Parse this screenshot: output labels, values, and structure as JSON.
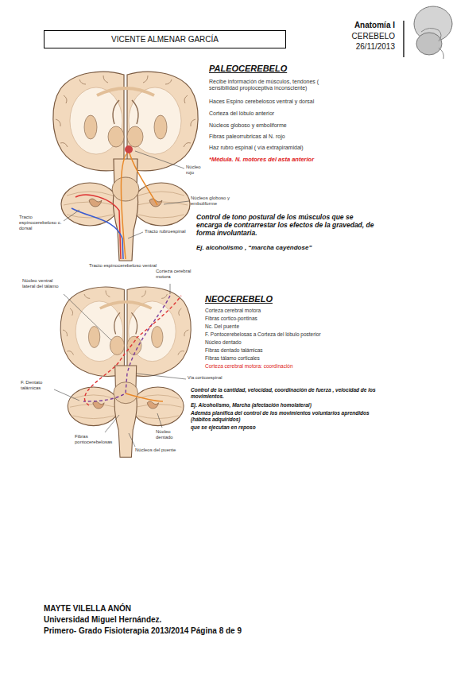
{
  "diagram": {
    "nodes": [
      {
        "text": [
          "VICENTE ALMENAR GARCÍA"
        ]
      }
    ],
    "labels": [
      "Anatomía I",
      "CEREBELO",
      "26/11/2013",
      "PALEOCEREBELO",
      "Recibe información de músculos, tendones ( sensibilidad propioceptiva inconsciente)",
      "Haces Espino cerebelosos ventral y dorsal",
      "Corteza del lóbulo anterior",
      "Núcleos globoso y emboliforme",
      "Fibras paleorrubricas al N. rojo",
      "Haz rubro espinal ( vía extrapiramidal)",
      "*Médula. N. motores del asta anterior",
      "Núcleo rojo",
      "Núcleos globoso y emboliforme",
      "Tracto espinocerebeloso c. dorsal",
      "Tracto rubroespinal",
      "Tracto espinocerebeloso ventral",
      "Control de tono postural de los músculos que se encarga de contrarrestar los efectos de la gravedad, de forma involuntaria.",
      "Ej. alcoholismo , “marcha cayéndose”",
      "Núcleo ventral lateral del tálamo",
      "Corteza cerebral motora",
      "NEOCEREBELO",
      "Corteza cerebral motora",
      "Fibras cortico-pontinas",
      "Nc. Del puente",
      "F. Pontocerebelosas a Corteza del lóbulo posterior",
      "Núcleo dentado",
      "Fibras dentado talámicas",
      "Fibras tálamo corticales",
      "Corteza cerebral motora: coordinación",
      "Vía corticoespinal",
      "F. Dentato talámicas",
      "Núcleo dentado",
      "Fibras pontocerebelosas",
      "Núcleos del puente",
      "Control de la cantidad, velocidad, coordinación de fuerza , velocidad de los movimientos.",
      "Ej. Alcoholismo, Marcha (afectación homolateral)",
      "Además planifica del control de los movimientos voluntarios aprendidos (hábitos adquiridos)",
      "que se ejecutan en reposo",
      "MAYTE VILELLA ANÓN",
      "Universidad Miguel Hernández.",
      "Primero- Grado Fisioterapia 2013/2014 Página 8 de 9"
    ]
  }
}
